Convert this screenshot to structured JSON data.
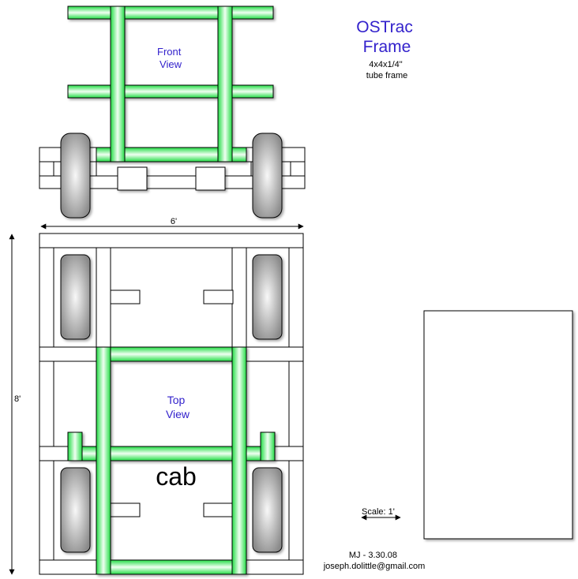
{
  "title": {
    "line1": "OSTrac",
    "line2": "Frame"
  },
  "subtitle": {
    "line1": "4x4x1/4\"",
    "line2": "tube frame"
  },
  "front_view": {
    "line1": "Front",
    "line2": "View"
  },
  "top_view": {
    "line1": "Top",
    "line2": "View"
  },
  "cab_label": "cab",
  "width_label": "6'",
  "length_label": "8'",
  "scale_label": "Scale: 1'",
  "author": {
    "line1": "MJ - 3.30.08",
    "line2": "joseph.dolittle@gmail.com"
  },
  "colors": {
    "title": "#3322cc",
    "green_bright": "#22dd44",
    "green_light": "#f0fff2",
    "wheel_dark": "#8a8a8a",
    "wheel_light": "#f2f2f2",
    "outline": "#000000"
  }
}
